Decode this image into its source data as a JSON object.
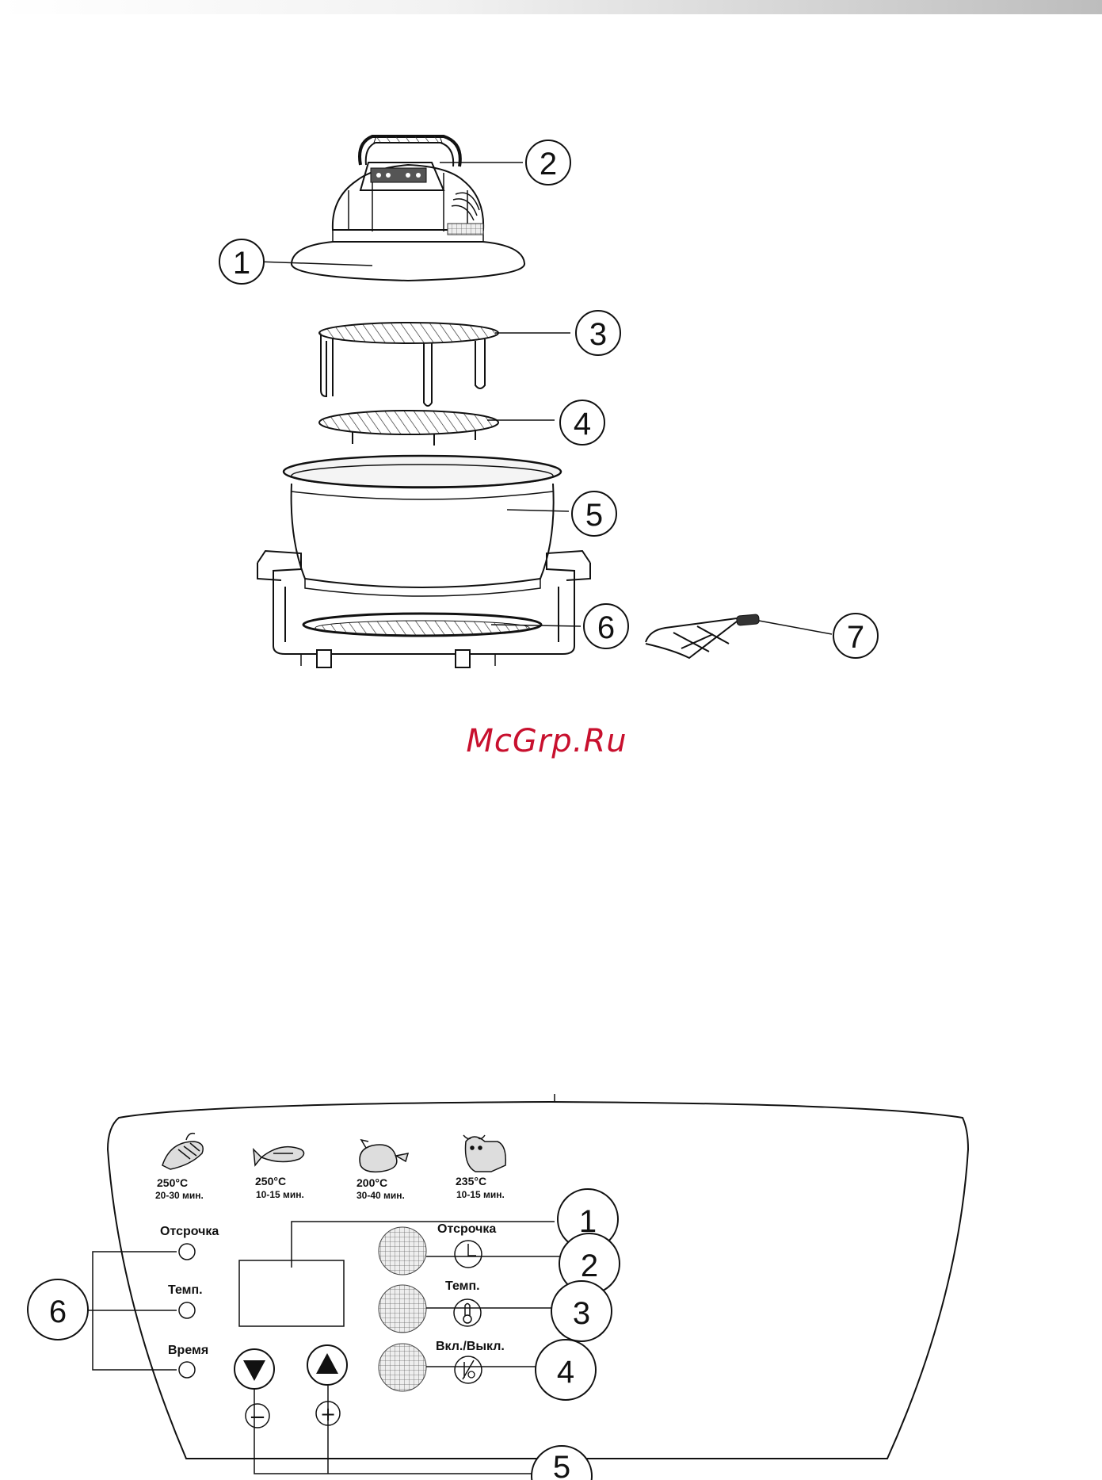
{
  "watermark": "McGrp.Ru",
  "exploded_view": {
    "callouts": [
      "1",
      "2",
      "3",
      "4",
      "5",
      "6",
      "7"
    ]
  },
  "control_panel": {
    "callouts": [
      "1",
      "2",
      "3",
      "4",
      "5",
      "6"
    ],
    "presets": [
      {
        "icon": "shrimp-icon",
        "temp": "250°C",
        "time": "20-30 мин."
      },
      {
        "icon": "fish-icon",
        "temp": "250°C",
        "time": "10-15 мин."
      },
      {
        "icon": "chicken-icon",
        "temp": "200°C",
        "time": "30-40 мин."
      },
      {
        "icon": "cow-icon",
        "temp": "235°C",
        "time": "10-15 мин."
      }
    ],
    "indicators": [
      "Отсрочка",
      "Темп.",
      "Время"
    ],
    "buttons": [
      "Отсрочка",
      "Темп.",
      "Вкл./Выкл."
    ],
    "minus_symbol": "−",
    "plus_symbol": "+"
  }
}
